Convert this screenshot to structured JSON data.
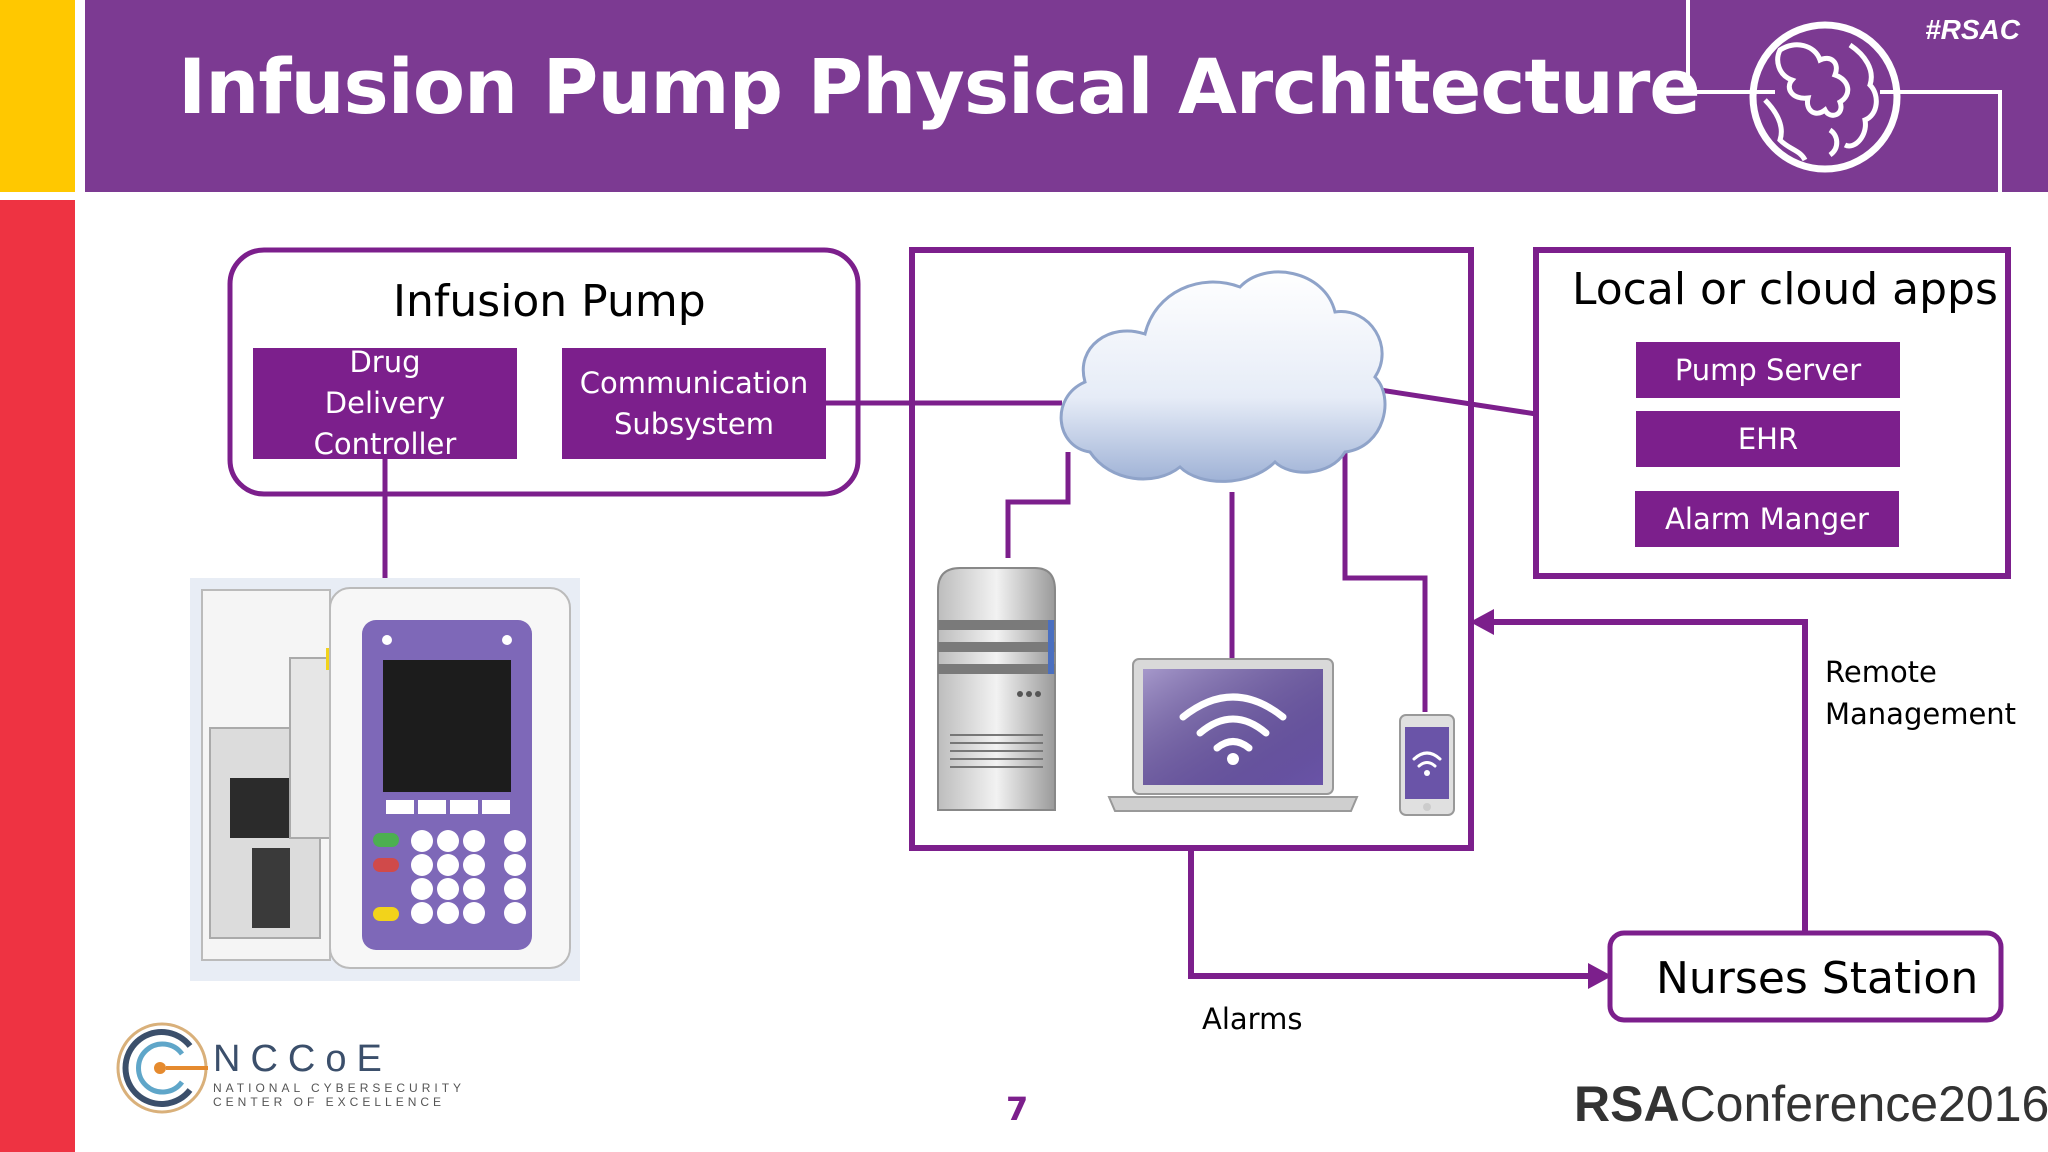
{
  "header": {
    "title": "Infusion Pump Physical Architecture",
    "hashtag": "#RSAC"
  },
  "colors": {
    "header_purple": "#7C3A92",
    "box_purple": "#7C1F8C",
    "left_yellow": "#FFC800",
    "left_red": "#EE3342"
  },
  "infusion_pump": {
    "title": "Infusion Pump",
    "drug_delivery": "Drug Delivery Controller",
    "communication": "Communication Subsystem"
  },
  "apps": {
    "title": "Local or cloud apps",
    "items": [
      "Pump Server",
      "EHR",
      "Alarm Manger"
    ]
  },
  "labels": {
    "remote_management": "Remote Management",
    "alarms": "Alarms",
    "nurses_station": "Nurses Station"
  },
  "icons": [
    "globe-icon",
    "cloud-icon",
    "server-icon",
    "laptop-icon",
    "smartphone-icon",
    "infusion-pump-image"
  ],
  "footer": {
    "page_number": "7",
    "nccoe_name": "NCCoE",
    "nccoe_sub1": "NATIONAL CYBERSECURITY",
    "nccoe_sub2": "CENTER OF EXCELLENCE",
    "rsa_bold": "RSA",
    "rsa_rest": "Conference2016"
  }
}
